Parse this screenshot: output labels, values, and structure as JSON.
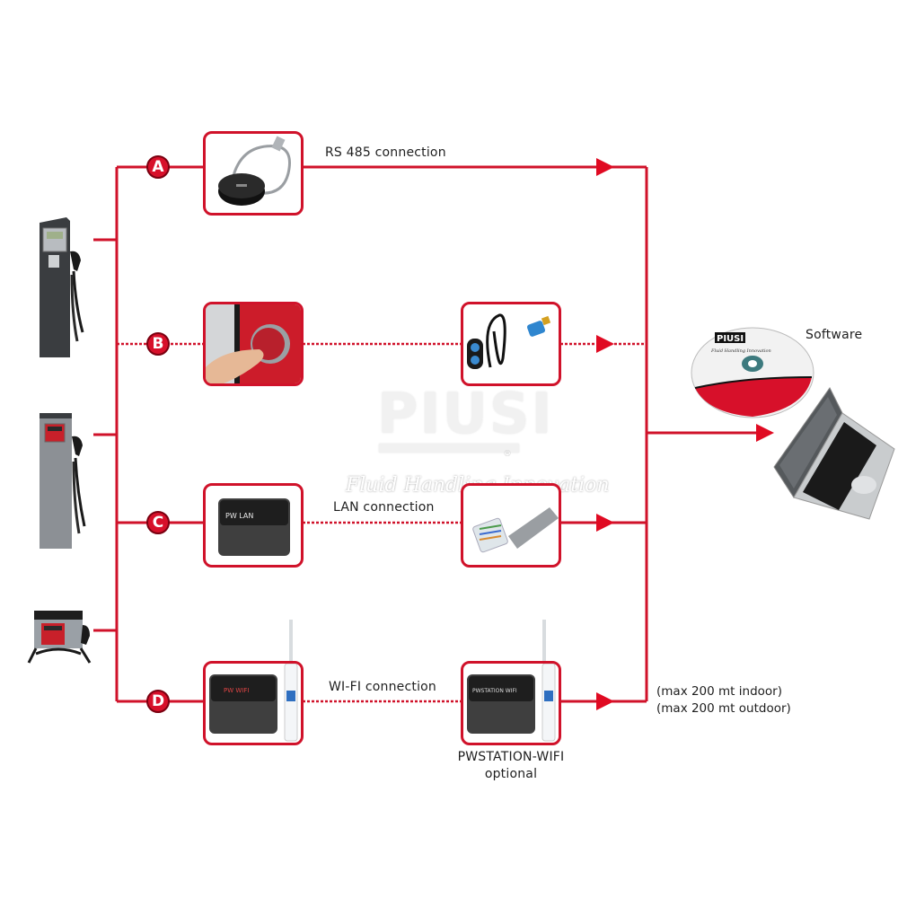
{
  "colors": {
    "line_red": "#d0122a",
    "badge_red": "#d7102a",
    "text": "#1e1e1e",
    "watermark": "#f1f1f1"
  },
  "watermark": {
    "logo": "PIUSI",
    "registered": "®",
    "tagline": "Fluid Handling Innovation"
  },
  "dispensers": [
    {
      "name": "self-service-dispenser-dark",
      "color": "dark-grey"
    },
    {
      "name": "self-service-dispenser-steel",
      "color": "silver"
    },
    {
      "name": "wall-mounted-dispenser",
      "color": "black"
    }
  ],
  "routes": [
    {
      "id": "A",
      "badge": "A",
      "line_style": "solid",
      "device": "USB RS 485 reader puck",
      "connection_label": "RS 485 connection"
    },
    {
      "id": "B",
      "badge": "B",
      "line_style": "dotted",
      "device": "Dispenser memory button",
      "remote_device": "Key reader cable with USB adapter",
      "connection_label": ""
    },
    {
      "id": "C",
      "badge": "C",
      "line_style": "dotted",
      "device": "PW-LAN module",
      "device_text": "PW LAN",
      "remote_device": "RJ45 network cable",
      "connection_label": "LAN connection"
    },
    {
      "id": "D",
      "badge": "D",
      "line_style": "dotted",
      "device": "PW-WIFI module",
      "device_text": "PW WIFI",
      "remote_device": "PWSTATION-WIFI module",
      "remote_device_text": "PWSTATION WIFI",
      "connection_label": "WI-FI connection",
      "remote_caption": [
        "PWSTATION-WIFI",
        "optional"
      ]
    }
  ],
  "distance_notes": [
    "(max 200 mt indoor)",
    "(max 200 mt outdoor)"
  ],
  "software": {
    "label": "Software",
    "cd_brand": "PIUSI",
    "cd_tagline": "Fluid Handling Innovation"
  }
}
